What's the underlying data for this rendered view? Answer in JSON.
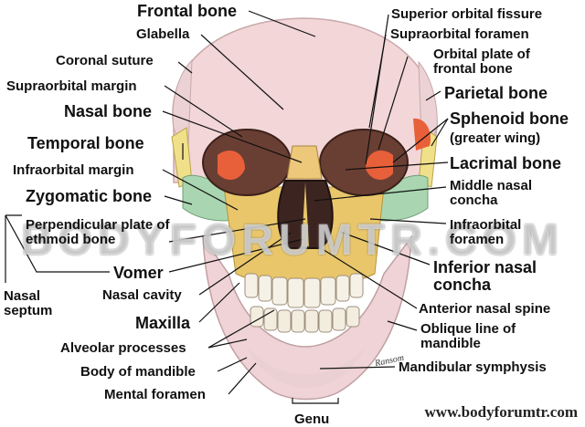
{
  "labels": {
    "frontal_bone": "Frontal bone",
    "glabella": "Glabella",
    "coronal_suture": "Coronal suture",
    "supraorbital_margin": "Supraorbital margin",
    "nasal_bone": "Nasal bone",
    "temporal_bone": "Temporal bone",
    "infraorbital_margin": "Infraorbital margin",
    "zygomatic_bone": "Zygomatic bone",
    "perpendicular_plate": "Perpendicular plate of ethmoid bone",
    "vomer": "Vomer",
    "nasal_septum": "Nasal septum",
    "nasal_cavity": "Nasal cavity",
    "maxilla": "Maxilla",
    "alveolar_processes": "Alveolar processes",
    "body_of_mandible": "Body of mandible",
    "mental_foramen": "Mental foramen",
    "genu": "Genu",
    "superior_orbital_fissure": "Superior orbital fissure",
    "supraorbital_foramen": "Supraorbital foramen",
    "orbital_plate": "Orbital plate of frontal bone",
    "parietal_bone": "Parietal bone",
    "sphenoid_bone": "Sphenoid bone",
    "greater_wing": "(greater wing)",
    "lacrimal_bone": "Lacrimal bone",
    "middle_nasal_concha": "Middle nasal concha",
    "infraorbital_foramen": "Infraorbital foramen",
    "inferior_nasal_concha": "Inferior nasal concha",
    "anterior_nasal_spine": "Anterior nasal spine",
    "oblique_line": "Oblique line of mandible",
    "mandibular_symphysis": "Mandibular symphysis"
  },
  "watermark": "BODYFORUMTR.COM",
  "site_url": "www.bodyforumtr.com",
  "signature": "Ransom",
  "colors": {
    "frontal": "#f2d6d8",
    "parietal": "#ecd2d4",
    "sphenoid": "#e8603a",
    "zygomatic": "#a9d6b0",
    "maxilla": "#e9c66a",
    "temporal": "#f1e08a",
    "mandible": "#efd3d6",
    "teeth": "#f6f1e6",
    "leader": "#111111"
  }
}
